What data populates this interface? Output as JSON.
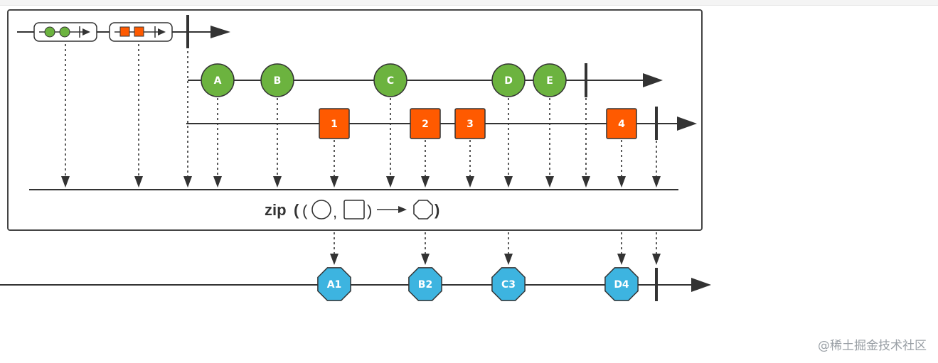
{
  "operator": {
    "name": "zip"
  },
  "streams": {
    "circles": {
      "items": [
        "A",
        "B",
        "C",
        "D",
        "E"
      ],
      "completes": true
    },
    "squares": {
      "items": [
        "1",
        "2",
        "3",
        "4"
      ],
      "completes": true
    },
    "output": {
      "items": [
        "A1",
        "B2",
        "C3",
        "D4"
      ],
      "completes": true
    }
  },
  "colors": {
    "circle_fill": "#6cb33f",
    "square_fill": "#ff5a00",
    "octagon_fill": "#3db4e0",
    "line": "#333333",
    "frame": "#444444"
  },
  "watermark": "@稀土掘金技术社区"
}
